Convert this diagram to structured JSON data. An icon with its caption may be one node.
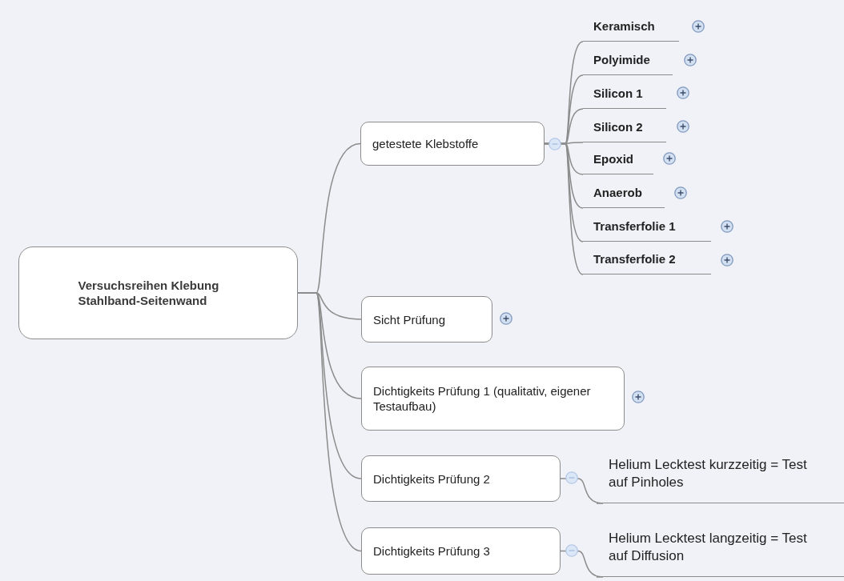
{
  "diagram": {
    "nodes": [
      {
        "text": [
          "Versuchsreihen Klebung Stahlband-Seitenwand"
        ]
      },
      {
        "text": [
          "getestete Klebstoffe"
        ]
      },
      {
        "text": [
          "Keramisch"
        ]
      },
      {
        "text": [
          "Polyimide"
        ]
      },
      {
        "text": [
          "Silicon 1"
        ]
      },
      {
        "text": [
          "Silicon 2"
        ]
      },
      {
        "text": [
          "Epoxid"
        ]
      },
      {
        "text": [
          "Anaerob"
        ]
      },
      {
        "text": [
          "Transferfolie 1"
        ]
      },
      {
        "text": [
          "Transferfolie 2"
        ]
      },
      {
        "text": [
          "Sicht Prüfung"
        ]
      },
      {
        "text": [
          "Dichtigkeits Prüfung 1 (qualitativ, eigener Testaufbau)"
        ]
      },
      {
        "text": [
          "Dichtigkeits Prüfung 2"
        ]
      },
      {
        "text": [
          "Helium Lecktest kurzzeitig = Test auf Pinholes"
        ]
      },
      {
        "text": [
          "Dichtigkeits Prüfung 3"
        ]
      },
      {
        "text": [
          "Helium Lecktest langzeitig = Test auf Diffusion"
        ]
      }
    ],
    "edges": [
      {
        "from": 0,
        "to": 1,
        "arrow": "none"
      },
      {
        "from": 1,
        "to": 2,
        "arrow": "none"
      },
      {
        "from": 1,
        "to": 3,
        "arrow": "none"
      },
      {
        "from": 1,
        "to": 4,
        "arrow": "none"
      },
      {
        "from": 1,
        "to": 5,
        "arrow": "none"
      },
      {
        "from": 1,
        "to": 6,
        "arrow": "none"
      },
      {
        "from": 1,
        "to": 7,
        "arrow": "none"
      },
      {
        "from": 1,
        "to": 8,
        "arrow": "none"
      },
      {
        "from": 1,
        "to": 9,
        "arrow": "none"
      },
      {
        "from": 0,
        "to": 10,
        "arrow": "none"
      },
      {
        "from": 0,
        "to": 11,
        "arrow": "none"
      },
      {
        "from": 0,
        "to": 12,
        "arrow": "none"
      },
      {
        "from": 12,
        "to": 13,
        "arrow": "none"
      },
      {
        "from": 0,
        "to": 14,
        "arrow": "none"
      },
      {
        "from": 14,
        "to": 15,
        "arrow": "none"
      }
    ]
  }
}
